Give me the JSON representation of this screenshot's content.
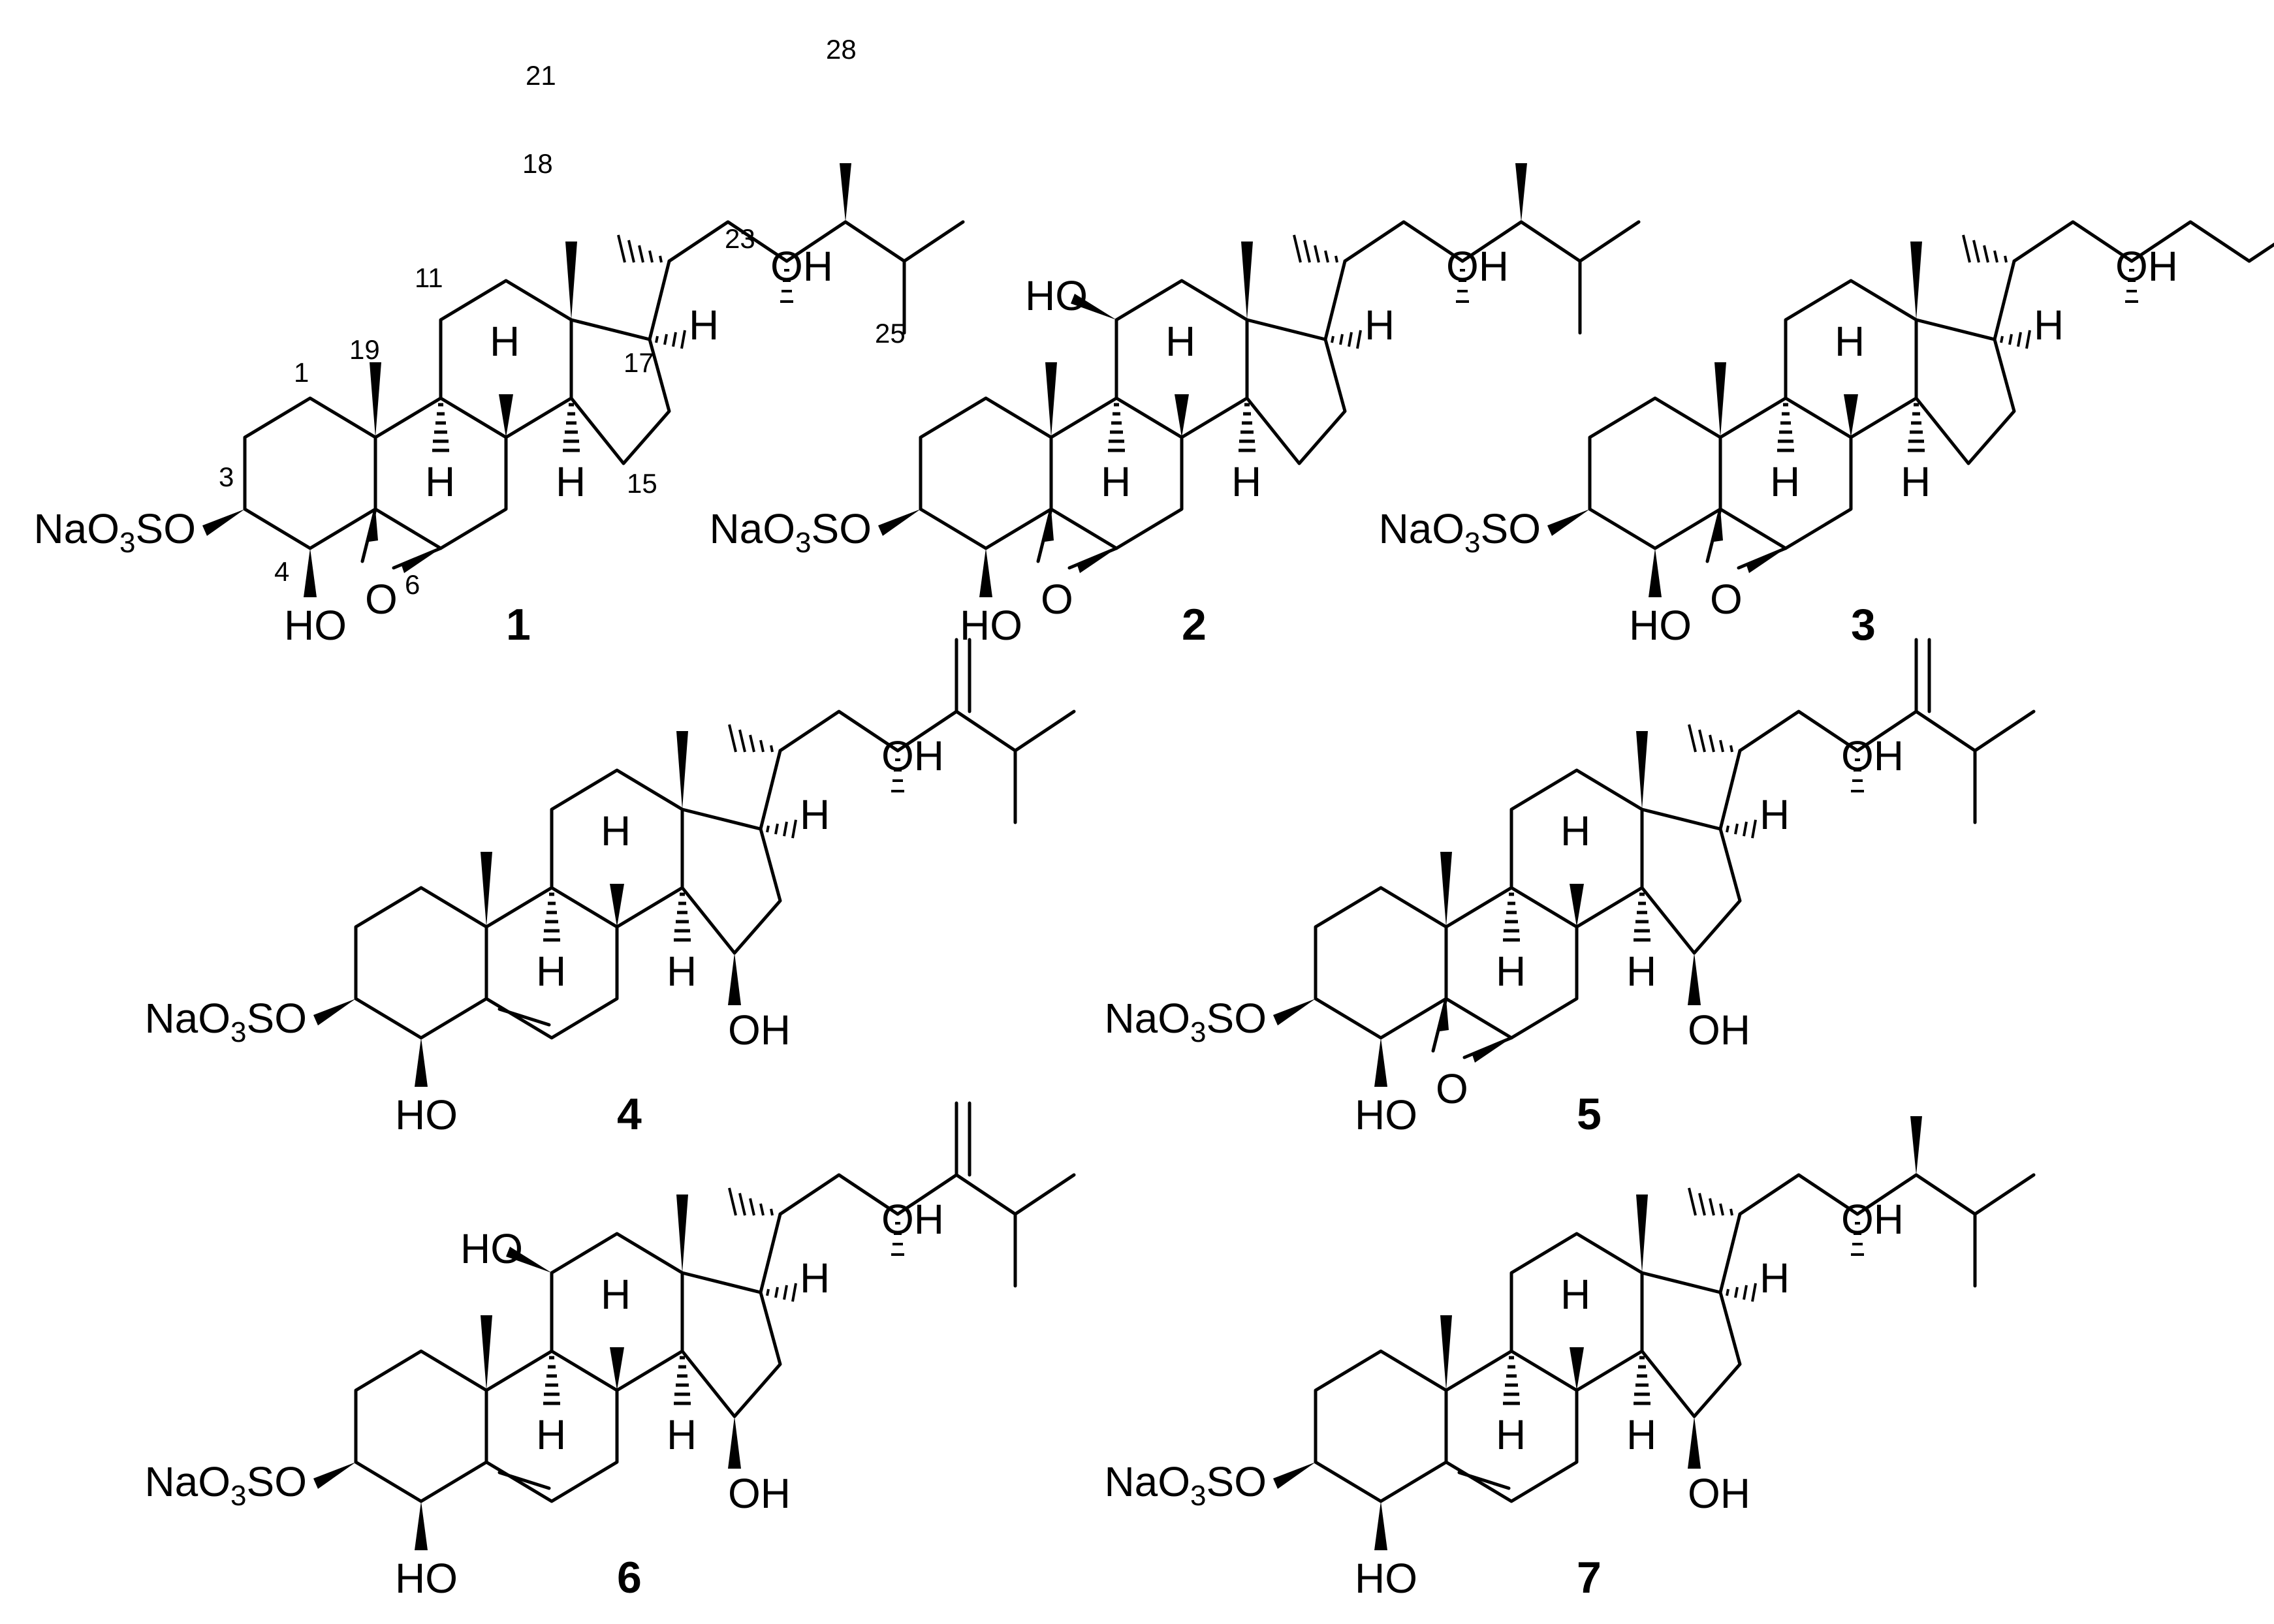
{
  "compounds": [
    {
      "id": "1",
      "sulfate": {
        "pre": "NaO",
        "s1": "3",
        "post": "SO"
      },
      "hydroxyls": [
        "HO",
        "OH"
      ],
      "epoxide": "O",
      "hydrogens": [
        "H",
        "H",
        "H",
        "H"
      ],
      "numbering": [
        "21",
        "28",
        "23",
        "18",
        "25",
        "11",
        "19",
        "17",
        "1",
        "15",
        "3",
        "4",
        "6"
      ]
    },
    {
      "id": "2",
      "sulfate": {
        "pre": "NaO",
        "s1": "3",
        "post": "SO"
      },
      "hydroxyls": [
        "HO",
        "OH",
        "HO"
      ],
      "epoxide": "O",
      "hydrogens": [
        "H",
        "H",
        "H",
        "H"
      ]
    },
    {
      "id": "3",
      "sulfate": {
        "pre": "NaO",
        "s1": "3",
        "post": "SO"
      },
      "hydroxyls": [
        "OH",
        "HO"
      ],
      "epoxide": "O",
      "hydrogens": [
        "H",
        "H",
        "H",
        "H"
      ]
    },
    {
      "id": "4",
      "sulfate": {
        "pre": "NaO",
        "s1": "3",
        "post": "SO"
      },
      "hydroxyls": [
        "OH",
        "OH",
        "HO"
      ],
      "hydrogens": [
        "H",
        "H",
        "H",
        "H"
      ]
    },
    {
      "id": "5",
      "sulfate": {
        "pre": "NaO",
        "s1": "3",
        "post": "SO"
      },
      "hydroxyls": [
        "OH",
        "OH",
        "HO"
      ],
      "epoxide": "O",
      "hydrogens": [
        "H",
        "H",
        "H",
        "H"
      ]
    },
    {
      "id": "6",
      "sulfate": {
        "pre": "NaO",
        "s1": "3",
        "post": "SO"
      },
      "hydroxyls": [
        "HO",
        "OH",
        "OH",
        "HO"
      ],
      "hydrogens": [
        "H",
        "H",
        "H",
        "H"
      ]
    },
    {
      "id": "7",
      "sulfate": {
        "pre": "NaO",
        "s1": "3",
        "post": "SO"
      },
      "hydroxyls": [
        "OH",
        "OH",
        "HO"
      ],
      "hydrogens": [
        "H",
        "H",
        "H",
        "H"
      ]
    }
  ]
}
